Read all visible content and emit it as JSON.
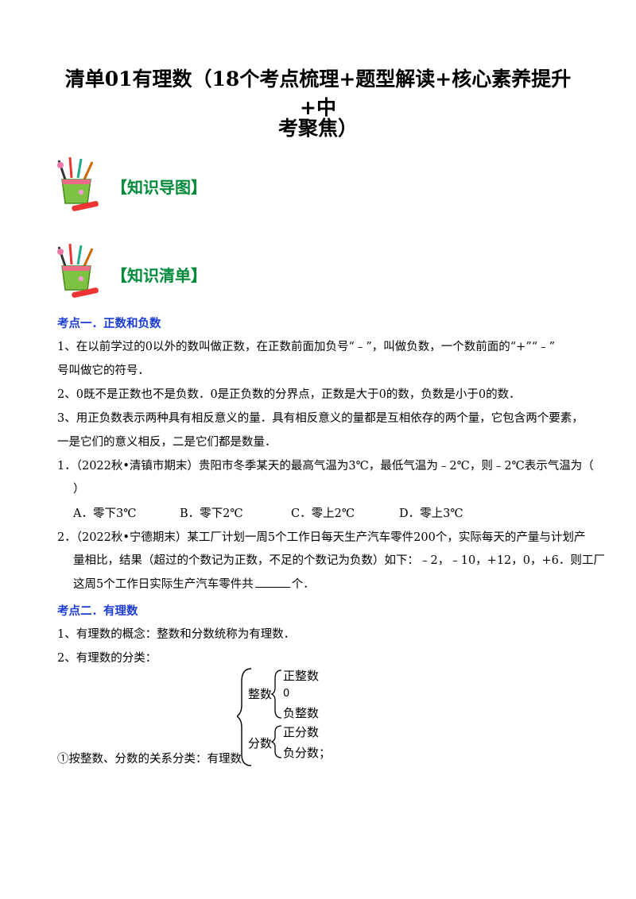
{
  "title": {
    "line1": "清单01有理数（18个考点梳理+题型解读+核心素养提升+中",
    "line2": "考聚焦）"
  },
  "sections": {
    "mindmap": "【知识导图】",
    "checklist": "【知识清单】"
  },
  "kp1": {
    "heading": "考点一．正数和负数",
    "p1a": "1、在以前学过的0以外的数叫做正数，在正数前面加负号“﹣”，叫做负数，一个数前面的“+”“﹣”",
    "p1b": "号叫做它的符号．",
    "p2": "2、0既不是正数也不是负数．0是正负数的分界点，正数是大于0的数，负数是小于0的数．",
    "p3a": "3、用正负数表示两种具有相反意义的量．具有相反意义的量都是互相依存的两个量，它包含两个要素，",
    "p3b": "一是它们的意义相反，二是它们都是数量．",
    "q1a": "1．（2022秋•清镇市期末）贵阳市冬季某天的最高气温为3℃，最低气温为﹣2℃，则﹣2℃表示气温为（",
    "q1b": "）",
    "options": [
      "A．零下3℃",
      "B．零下2℃",
      "C．零上2℃",
      "D．零上3℃"
    ],
    "q2a": "2．（2022秋•宁德期末）某工厂计划一周5个工作日每天生产汽车零件200个，实际每天的产量与计划产",
    "q2b": "量相比，结果（超过的个数记为正数，不足的个数记为负数）如下：﹣2，﹣10，+12，0，+6．则工厂",
    "q2c_pre": "这周5个工作日实际生产汽车零件共",
    "q2c_post": "个．"
  },
  "kp2": {
    "heading": "考点二．有理数",
    "p1": "1、有理数的概念：整数和分数统称为有理数．",
    "p2": "2、有理数的分类：",
    "classify_prefix": "①按整数、分数的关系分类：有理数",
    "tree": {
      "integer": "整数",
      "pos_int": "正整数",
      "zero": "0",
      "neg_int": "负整数",
      "fraction": "分数",
      "pos_frac": "正分数",
      "neg_frac": "负分数；"
    }
  }
}
